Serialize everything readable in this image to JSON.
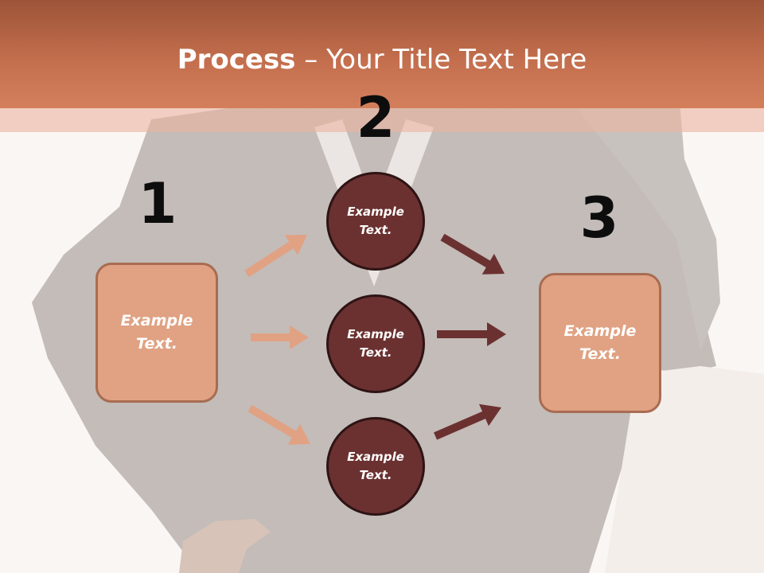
{
  "slide": {
    "title_bold": "Process",
    "title_rest": " – Your Title Text Here",
    "numbers": [
      "1",
      "2",
      "3"
    ],
    "left_box_text": "Example Text.",
    "right_box_text": "Example Text.",
    "circles": [
      "Example Text.",
      "Example Text.",
      "Example Text."
    ]
  },
  "colors": {
    "header": "#c36e4d",
    "box_fill": "#e0a283",
    "circle_fill": "#6b3130",
    "arrow_light": "#e0a283",
    "arrow_dark": "#6b3130"
  }
}
